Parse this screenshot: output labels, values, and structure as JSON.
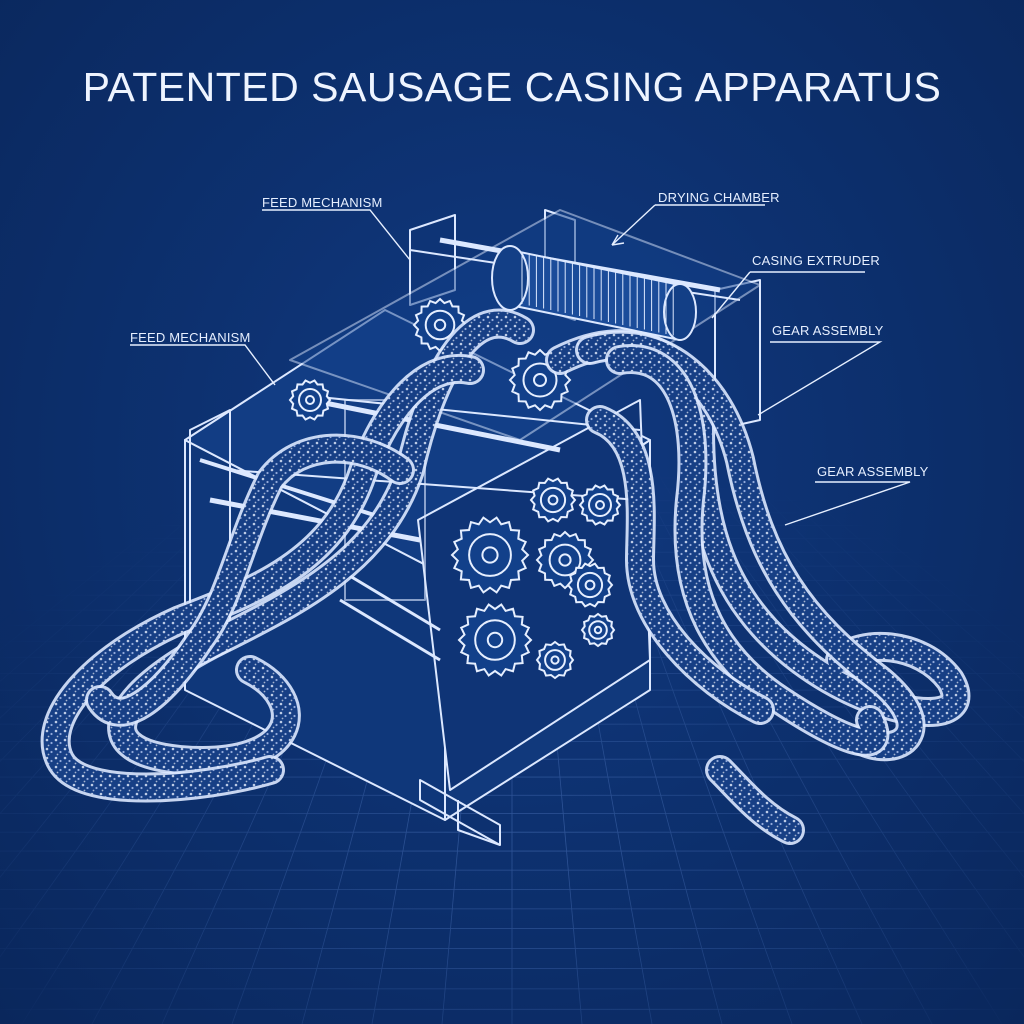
{
  "title": "PATENTED SAUSAGE CASING APPARATUS",
  "labels": {
    "feed_mechanism_upper": "FEED MECHANISM",
    "feed_mechanism_left": "FEED MECHANISM",
    "drying_chamber": "DRYING CHAMBER",
    "casing_extruder": "CASING EXTRUDER",
    "gear_assembly_upper": "GEAR ASSEMBLY",
    "gear_assembly_lower": "GEAR ASSEMBLY"
  },
  "colors": {
    "background": "#0d3170",
    "line": "#dce8ff",
    "grid": "#3d63a8"
  }
}
